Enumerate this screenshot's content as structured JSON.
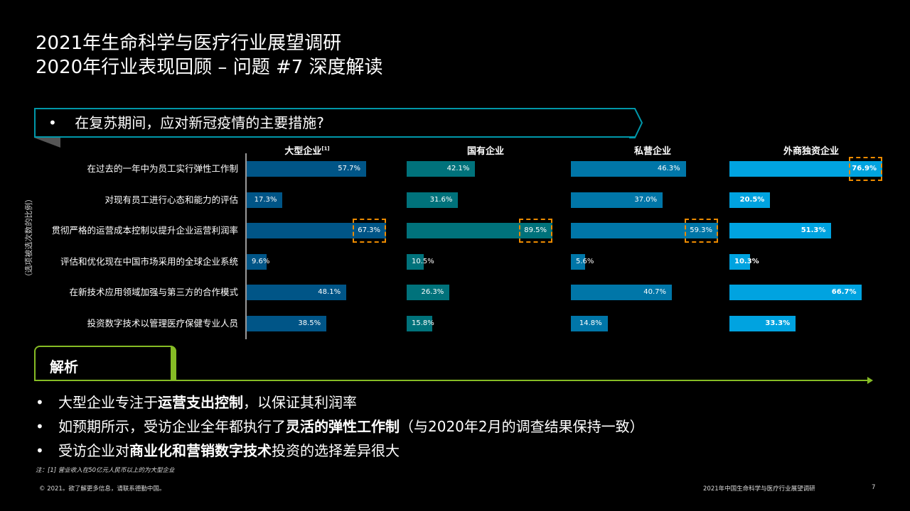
{
  "title": {
    "line1": "2021年生命科学与医疗行业展望调研",
    "line2": "2020年行业表现回顾 – 问题 #7 深度解读"
  },
  "question": "在复苏期间，应对新冠疫情的主要措施?",
  "question_bullet": "•",
  "chart_data": {
    "type": "bar",
    "ylabel": "（选项被选次数的比例）",
    "categories": [
      "在过去的一年中为员工实行弹性工作制",
      "对现有员工进行心态和能力的评估",
      "贯彻严格的运营成本控制以提升企业运营利润率",
      "评估和优化现在中国市场采用的全球企业系统",
      "在新技术应用领域加强与第三方的合作模式",
      "投资数字技术以管理医疗保健专业人员"
    ],
    "series": [
      {
        "name": "大型企业",
        "footnote": "[1]",
        "color": "#005587",
        "values": [
          57.7,
          17.3,
          67.3,
          9.6,
          48.1,
          38.5
        ],
        "highlight": 2
      },
      {
        "name": "国有企业",
        "color": "#00727b",
        "values": [
          42.1,
          31.6,
          89.5,
          10.5,
          26.3,
          15.8
        ],
        "highlight": 2
      },
      {
        "name": "私营企业",
        "color": "#0076a8",
        "values": [
          46.3,
          37.0,
          59.3,
          5.6,
          40.7,
          14.8
        ],
        "highlight": 2
      },
      {
        "name": "外商独资企业",
        "color": "#00a3e0",
        "values": [
          76.9,
          20.5,
          51.3,
          10.3,
          66.7,
          33.3
        ],
        "highlight": 0,
        "bold": true
      }
    ],
    "unit": "%"
  },
  "analysis": {
    "heading": "解析",
    "bullets": [
      {
        "pre": "大型企业专注于",
        "bold": "运营支出控制",
        "post": "，以保证其利润率"
      },
      {
        "pre": "如预期所示，受访企业全年都执行了",
        "bold": "灵活的弹性工作制",
        "post": "（与2020年2月的调查结果保持一致）"
      },
      {
        "pre": "受访企业对",
        "bold": "商业化和营销数字技术",
        "post": "投资的选择差异很大"
      }
    ]
  },
  "note": "注：[1] 营业收入在50亿元人民币以上的为大型企业",
  "footer": {
    "copyright": "© 2021。欲了解更多信息，请联系德勤中国。",
    "report": "2021年中国生命科学与医疗行业展望调研",
    "page": "7"
  }
}
